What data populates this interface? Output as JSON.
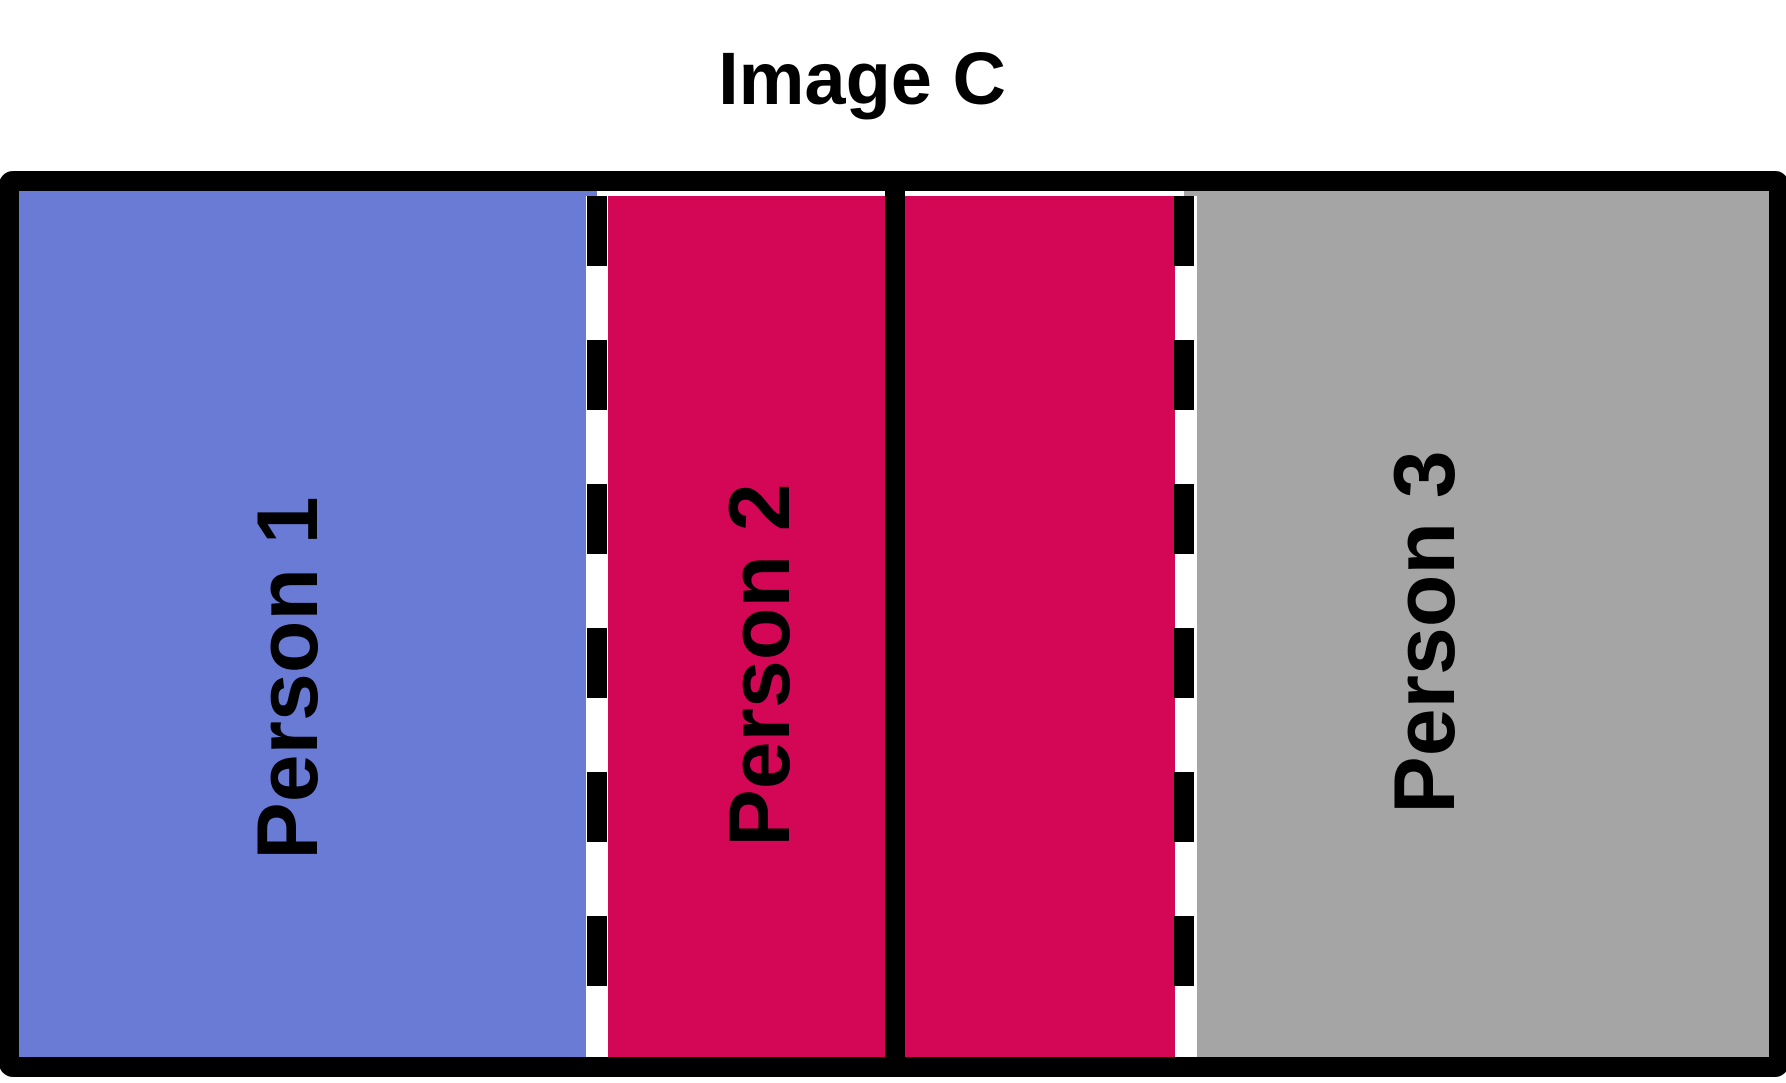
{
  "title": "Image C",
  "regions": [
    {
      "label": "Person 1",
      "color": "#6a7bd6"
    },
    {
      "label": "Person 2",
      "color": "#d30755"
    },
    {
      "label": "",
      "color": "#d30755"
    },
    {
      "label": "Person 3",
      "color": "#a5a5a5"
    }
  ],
  "colors": {
    "background": "#ffffff",
    "border": "#000000"
  }
}
